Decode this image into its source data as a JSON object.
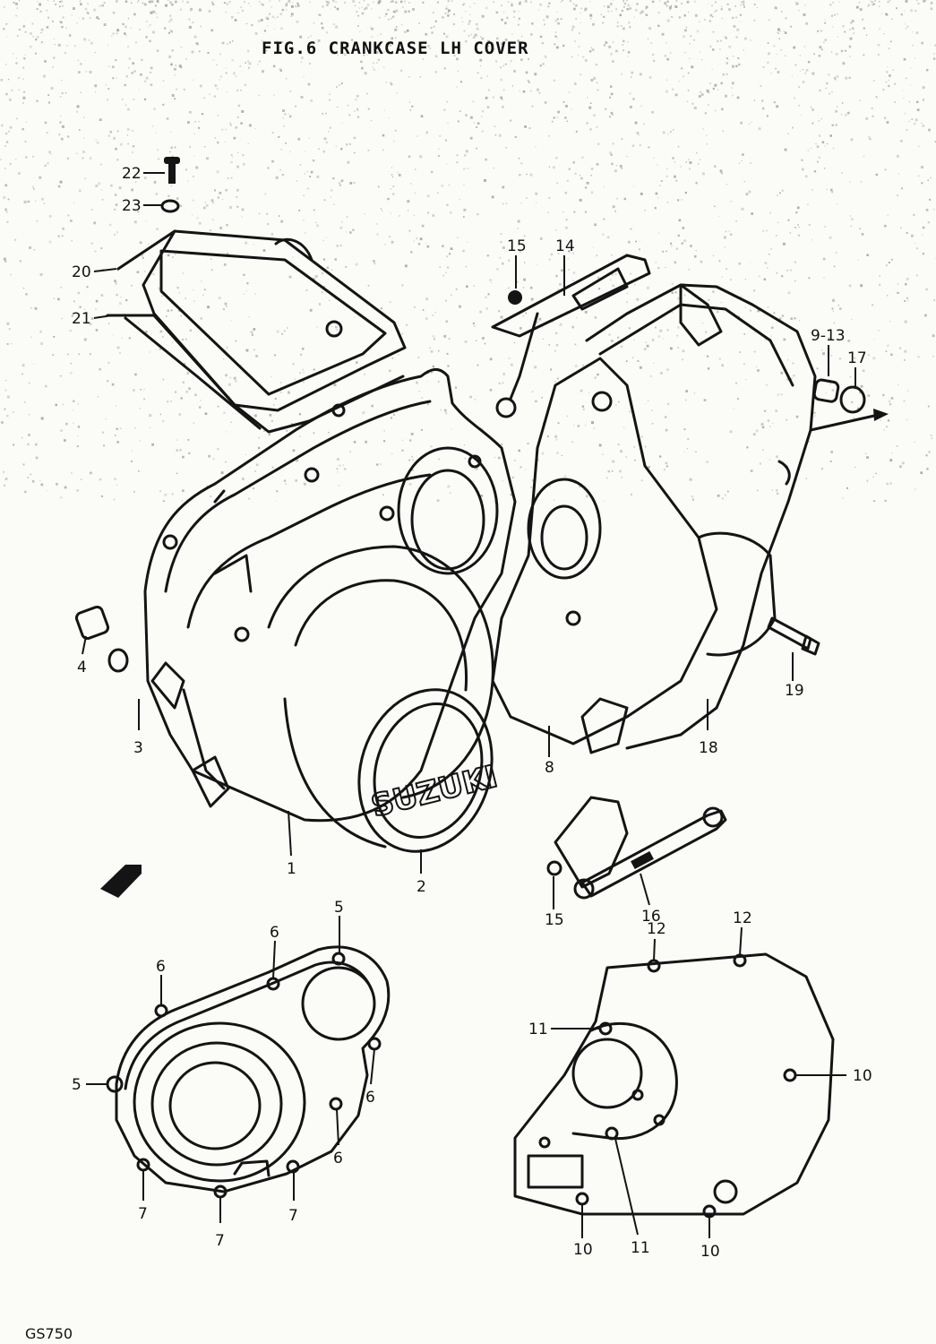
{
  "title": "FIG.6  CRANKCASE LH COVER",
  "model": "GS750",
  "logo_text": "SUZUKI",
  "callouts": [
    {
      "id": "c22",
      "label": "22"
    },
    {
      "id": "c23",
      "label": "23"
    },
    {
      "id": "c20",
      "label": "20"
    },
    {
      "id": "c21",
      "label": "21"
    },
    {
      "id": "c15a",
      "label": "15"
    },
    {
      "id": "c14",
      "label": "14"
    },
    {
      "id": "c913",
      "label": "9-13"
    },
    {
      "id": "c17",
      "label": "17"
    },
    {
      "id": "c4",
      "label": "4"
    },
    {
      "id": "c3",
      "label": "3"
    },
    {
      "id": "c1",
      "label": "1"
    },
    {
      "id": "c2",
      "label": "2"
    },
    {
      "id": "c8",
      "label": "8"
    },
    {
      "id": "c18",
      "label": "18"
    },
    {
      "id": "c19",
      "label": "19"
    },
    {
      "id": "c16",
      "label": "16"
    },
    {
      "id": "c15b",
      "label": "15"
    },
    {
      "id": "c5a",
      "label": "5"
    },
    {
      "id": "c6a",
      "label": "6"
    },
    {
      "id": "c6b",
      "label": "6"
    },
    {
      "id": "c5b",
      "label": "5"
    },
    {
      "id": "c6c",
      "label": "6"
    },
    {
      "id": "c6d",
      "label": "6"
    },
    {
      "id": "c7a",
      "label": "7"
    },
    {
      "id": "c7b",
      "label": "7"
    },
    {
      "id": "c7c",
      "label": "7"
    },
    {
      "id": "c12a",
      "label": "12"
    },
    {
      "id": "c12b",
      "label": "12"
    },
    {
      "id": "c11a",
      "label": "11"
    },
    {
      "id": "c10a",
      "label": "10"
    },
    {
      "id": "c10b",
      "label": "10"
    },
    {
      "id": "c11b",
      "label": "11"
    },
    {
      "id": "c10c",
      "label": "10"
    }
  ]
}
